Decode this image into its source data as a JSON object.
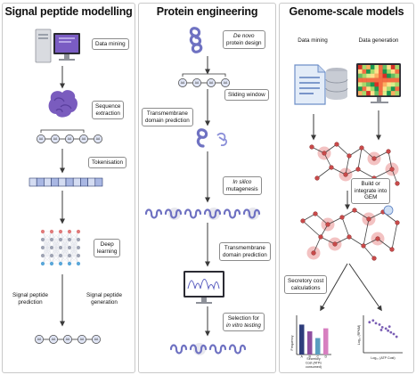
{
  "panels": [
    {
      "title": "Signal peptide modelling"
    },
    {
      "title": "Protein engineering"
    },
    {
      "title": "Genome-scale models"
    }
  ],
  "signal": {
    "data_mining": "Data mining",
    "seq_extraction": [
      "Sequence",
      "extraction"
    ],
    "tokenisation": "Tokenisation",
    "deep_learning": [
      "Deep",
      "learning"
    ],
    "sp_prediction": [
      "Signal peptide",
      "prediction"
    ],
    "sp_generation": [
      "Signal peptide",
      "generation"
    ]
  },
  "protein": {
    "de_novo": [
      "De novo",
      "protein design"
    ],
    "sliding_window": "Sliding window",
    "tm_prediction_1": [
      "Transmembrane",
      "domain prediction"
    ],
    "in_silico": [
      "In silico",
      "mutagenesis"
    ],
    "tm_prediction_2": [
      "Transmembrane",
      "domain prediction"
    ],
    "selection": [
      "Selection for",
      "in vitro testing"
    ]
  },
  "genome": {
    "data_mining": "Data mining",
    "data_generation": "Data generation",
    "build_gem": [
      "Build or",
      "integrate into",
      "GEM"
    ],
    "secretory_cost": [
      "Secretory cost",
      "calculations"
    ],
    "bar_ylabel": "Frequency",
    "bar_xlabel": [
      "Secretory",
      "Cost (ATPs",
      "consumed)"
    ],
    "scatter_ylabel": "Log₁₀ (RPKM)",
    "scatter_xlabel": "Log₁₀ (ATP Cost)"
  },
  "token": {
    "aa": "AA"
  },
  "colors": {
    "protein": "#6f72c2",
    "purple": "#7b5fb5",
    "arrow": "#3a3a3a",
    "node": "#c84a4a",
    "halo": "#f0b3b3",
    "token": "#c9d3ef"
  },
  "chart_data": [
    {
      "type": "bar",
      "ylabel": "Frequency",
      "xlabel": "Secretory Cost (ATPs consumed)",
      "categories": [
        "A",
        "B",
        "C",
        "D"
      ],
      "values": [
        0.8,
        0.62,
        0.44,
        0.7
      ],
      "colors": [
        "#2e3d7c",
        "#8f4fa0",
        "#5a9ec0",
        "#d77fc0"
      ]
    },
    {
      "type": "scatter",
      "ylabel": "Log₁₀ (RPKM)",
      "xlabel": "Log₁₀ (ATP Cost)",
      "points": [
        [
          0.12,
          0.85
        ],
        [
          0.22,
          0.9
        ],
        [
          0.3,
          0.82
        ],
        [
          0.4,
          0.78
        ],
        [
          0.48,
          0.7
        ],
        [
          0.58,
          0.66
        ],
        [
          0.64,
          0.6
        ],
        [
          0.72,
          0.55
        ],
        [
          0.8,
          0.5
        ],
        [
          0.45,
          0.62
        ],
        [
          0.68,
          0.72
        ],
        [
          0.88,
          0.42
        ]
      ]
    }
  ]
}
